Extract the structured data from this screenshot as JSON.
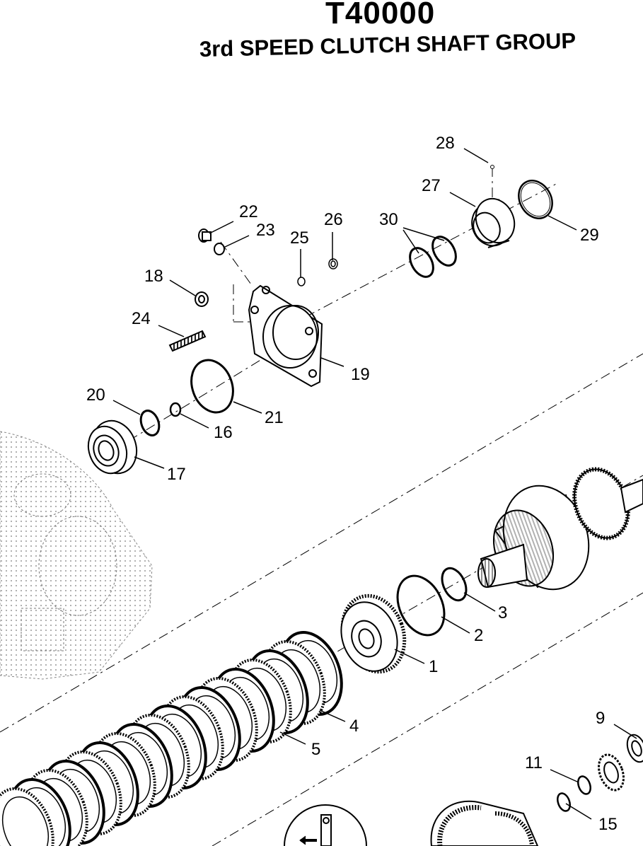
{
  "header": {
    "title": "T40000",
    "subtitle": "3rd SPEED CLUTCH SHAFT GROUP"
  },
  "callouts": [
    {
      "id": "28",
      "label": "28"
    },
    {
      "id": "27",
      "label": "27"
    },
    {
      "id": "29",
      "label": "29"
    },
    {
      "id": "30",
      "label": "30"
    },
    {
      "id": "22",
      "label": "22"
    },
    {
      "id": "23",
      "label": "23"
    },
    {
      "id": "25",
      "label": "25"
    },
    {
      "id": "26",
      "label": "26"
    },
    {
      "id": "18",
      "label": "18"
    },
    {
      "id": "24",
      "label": "24"
    },
    {
      "id": "19",
      "label": "19"
    },
    {
      "id": "20",
      "label": "20"
    },
    {
      "id": "21",
      "label": "21"
    },
    {
      "id": "16",
      "label": "16"
    },
    {
      "id": "17",
      "label": "17"
    },
    {
      "id": "3",
      "label": "3"
    },
    {
      "id": "2",
      "label": "2"
    },
    {
      "id": "1",
      "label": "1"
    },
    {
      "id": "4",
      "label": "4"
    },
    {
      "id": "5",
      "label": "5"
    },
    {
      "id": "9",
      "label": "9"
    },
    {
      "id": "11",
      "label": "11"
    },
    {
      "id": "15",
      "label": "15"
    }
  ]
}
